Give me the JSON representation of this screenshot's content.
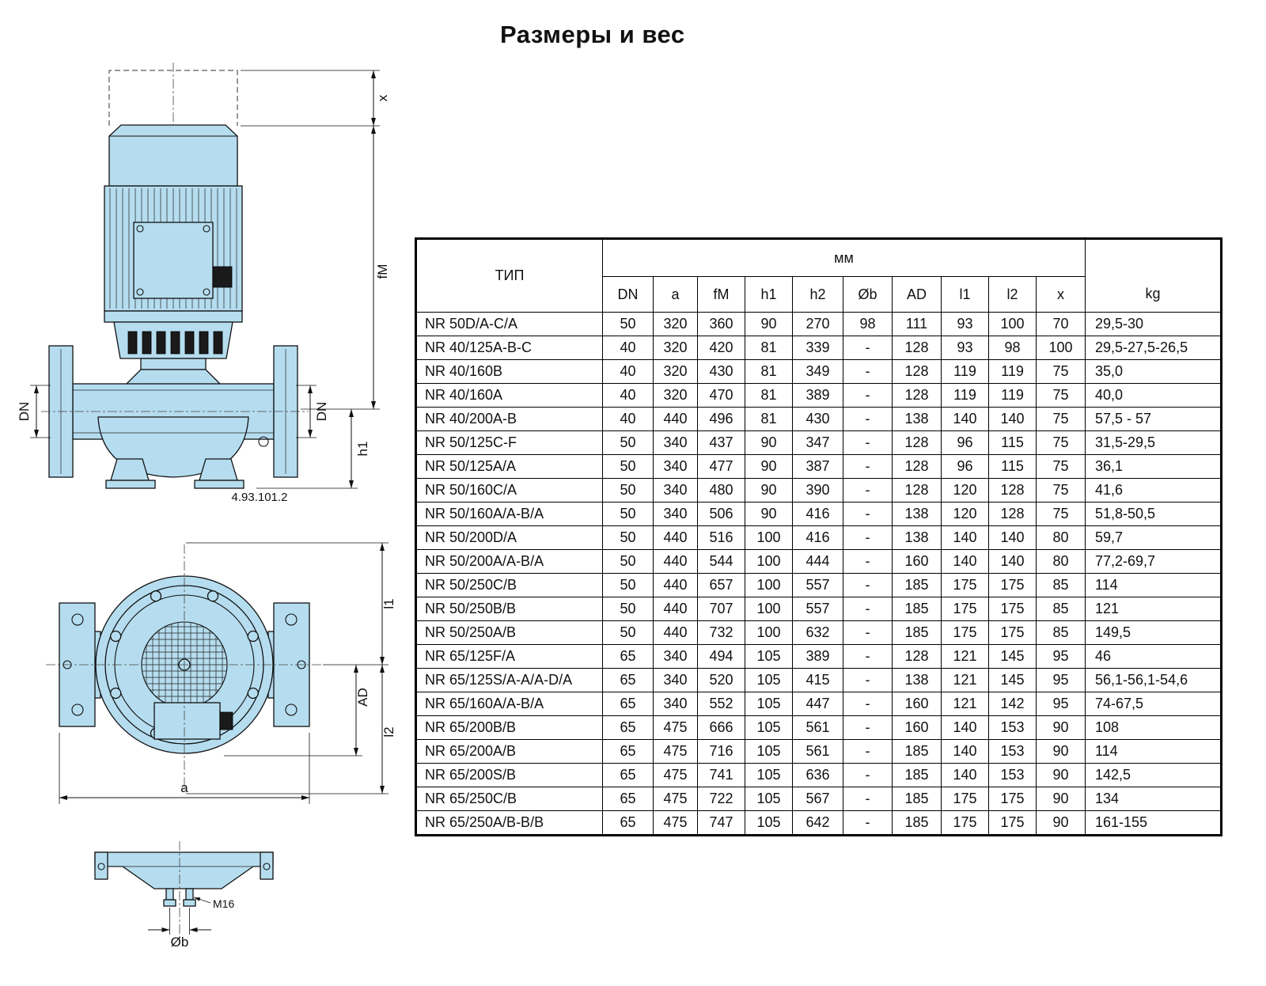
{
  "title": "Размеры и вес",
  "figure_number": "4.93.101.2",
  "dim_labels": {
    "x": "x",
    "fM": "fM",
    "dn_left": "DN",
    "dn_right": "DN",
    "h1": "h1",
    "l1": "l1",
    "ad": "AD",
    "l2": "l2",
    "a": "a",
    "m16": "M16",
    "ob": "Øb"
  },
  "table": {
    "col_type": "ТИП",
    "group_mm": "мм",
    "col_kg": "kg",
    "columns": [
      "DN",
      "a",
      "fM",
      "h1",
      "h2",
      "Øb",
      "AD",
      "l1",
      "l2",
      "x"
    ],
    "rows": [
      {
        "type": "NR 50D/A-C/A",
        "values": [
          "50",
          "320",
          "360",
          "90",
          "270",
          "98",
          "111",
          "93",
          "100",
          "70"
        ],
        "kg": "29,5-30"
      },
      {
        "type": "NR 40/125A-B-C",
        "values": [
          "40",
          "320",
          "420",
          "81",
          "339",
          "-",
          "128",
          "93",
          "98",
          "100"
        ],
        "kg": "29,5-27,5-26,5"
      },
      {
        "type": "NR 40/160B",
        "values": [
          "40",
          "320",
          "430",
          "81",
          "349",
          "-",
          "128",
          "119",
          "119",
          "75"
        ],
        "kg": "35,0"
      },
      {
        "type": "NR 40/160A",
        "values": [
          "40",
          "320",
          "470",
          "81",
          "389",
          "-",
          "128",
          "119",
          "119",
          "75"
        ],
        "kg": "40,0"
      },
      {
        "type": "NR 40/200A-B",
        "values": [
          "40",
          "440",
          "496",
          "81",
          "430",
          "-",
          "138",
          "140",
          "140",
          "75"
        ],
        "kg": "57,5 - 57"
      },
      {
        "type": "NR 50/125C-F",
        "values": [
          "50",
          "340",
          "437",
          "90",
          "347",
          "-",
          "128",
          "96",
          "115",
          "75"
        ],
        "kg": "31,5-29,5"
      },
      {
        "type": "NR 50/125A/A",
        "values": [
          "50",
          "340",
          "477",
          "90",
          "387",
          "-",
          "128",
          "96",
          "115",
          "75"
        ],
        "kg": "36,1"
      },
      {
        "type": "NR 50/160C/A",
        "values": [
          "50",
          "340",
          "480",
          "90",
          "390",
          "-",
          "128",
          "120",
          "128",
          "75"
        ],
        "kg": "41,6"
      },
      {
        "type": "NR 50/160A/A-B/A",
        "values": [
          "50",
          "340",
          "506",
          "90",
          "416",
          "-",
          "138",
          "120",
          "128",
          "75"
        ],
        "kg": "51,8-50,5"
      },
      {
        "type": "NR 50/200D/A",
        "values": [
          "50",
          "440",
          "516",
          "100",
          "416",
          "-",
          "138",
          "140",
          "140",
          "80"
        ],
        "kg": "59,7"
      },
      {
        "type": "NR 50/200A/A-B/A",
        "values": [
          "50",
          "440",
          "544",
          "100",
          "444",
          "-",
          "160",
          "140",
          "140",
          "80"
        ],
        "kg": "77,2-69,7"
      },
      {
        "type": "NR 50/250C/B",
        "values": [
          "50",
          "440",
          "657",
          "100",
          "557",
          "-",
          "185",
          "175",
          "175",
          "85"
        ],
        "kg": "114"
      },
      {
        "type": "NR 50/250B/B",
        "values": [
          "50",
          "440",
          "707",
          "100",
          "557",
          "-",
          "185",
          "175",
          "175",
          "85"
        ],
        "kg": "121"
      },
      {
        "type": "NR 50/250A/B",
        "values": [
          "50",
          "440",
          "732",
          "100",
          "632",
          "-",
          "185",
          "175",
          "175",
          "85"
        ],
        "kg": "149,5"
      },
      {
        "type": "NR 65/125F/A",
        "values": [
          "65",
          "340",
          "494",
          "105",
          "389",
          "-",
          "128",
          "121",
          "145",
          "95"
        ],
        "kg": "46"
      },
      {
        "type": "NR 65/125S/A-A/A-D/A",
        "values": [
          "65",
          "340",
          "520",
          "105",
          "415",
          "-",
          "138",
          "121",
          "145",
          "95"
        ],
        "kg": "56,1-56,1-54,6"
      },
      {
        "type": "NR 65/160A/A-B/A",
        "values": [
          "65",
          "340",
          "552",
          "105",
          "447",
          "-",
          "160",
          "121",
          "142",
          "95"
        ],
        "kg": "74-67,5"
      },
      {
        "type": "NR 65/200B/B",
        "values": [
          "65",
          "475",
          "666",
          "105",
          "561",
          "-",
          "160",
          "140",
          "153",
          "90"
        ],
        "kg": "108"
      },
      {
        "type": "NR 65/200A/B",
        "values": [
          "65",
          "475",
          "716",
          "105",
          "561",
          "-",
          "185",
          "140",
          "153",
          "90"
        ],
        "kg": "114"
      },
      {
        "type": "NR 65/200S/B",
        "values": [
          "65",
          "475",
          "741",
          "105",
          "636",
          "-",
          "185",
          "140",
          "153",
          "90"
        ],
        "kg": "142,5"
      },
      {
        "type": "NR 65/250C/B",
        "values": [
          "65",
          "475",
          "722",
          "105",
          "567",
          "-",
          "185",
          "175",
          "175",
          "90"
        ],
        "kg": "134"
      },
      {
        "type": "NR 65/250A/B-B/B",
        "values": [
          "65",
          "475",
          "747",
          "105",
          "642",
          "-",
          "185",
          "175",
          "175",
          "90"
        ],
        "kg": "161-155"
      }
    ]
  }
}
